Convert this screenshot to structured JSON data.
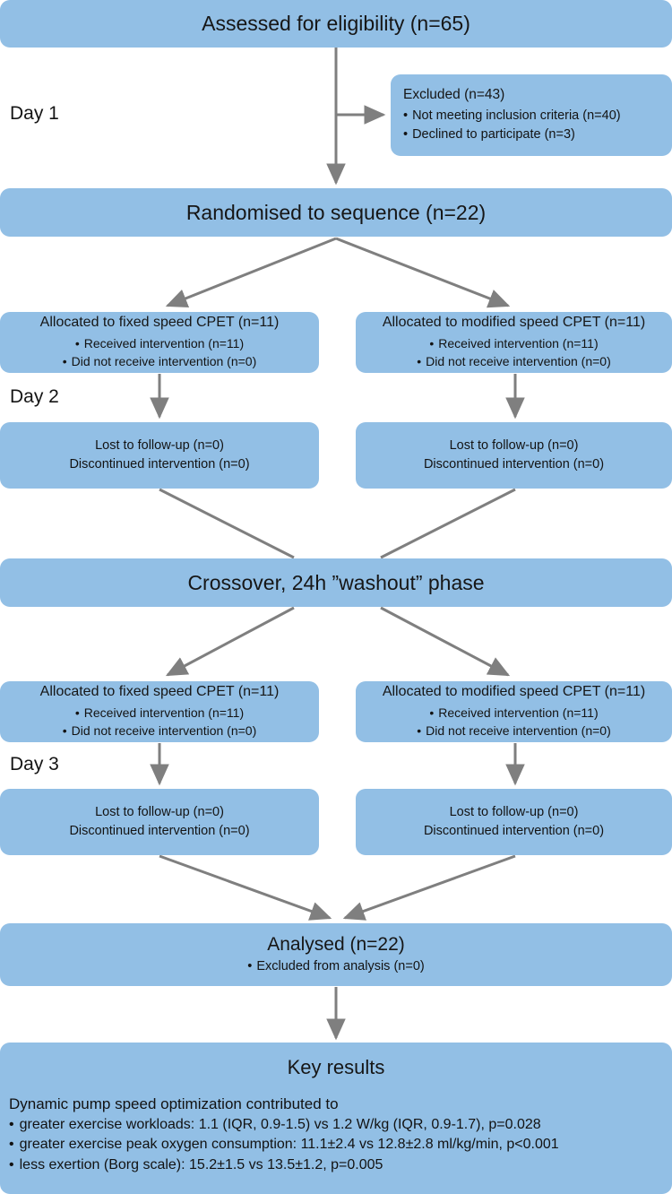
{
  "diagram": {
    "title": "CONSORT crossover trial flow diagram",
    "box_color": "#92bfe5",
    "arrow_color": "#7f7f7f",
    "text_color": "#161616"
  },
  "day_labels": {
    "day1": "Day 1",
    "day2": "Day 2",
    "day3": "Day 3"
  },
  "assessed": {
    "title": "Assessed for eligibility (n=65)"
  },
  "excluded": {
    "title": "Excluded (n=43)",
    "bullets": [
      "Not meeting inclusion criteria (n=40)",
      "Declined to participate (n=3)"
    ]
  },
  "randomised": {
    "title": "Randomised to sequence (n=22)"
  },
  "allocation_day2": {
    "left": {
      "title": "Allocated to fixed speed CPET (n=11)",
      "bullets": [
        "Received intervention (n=11)",
        "Did not receive intervention (n=0)"
      ]
    },
    "right": {
      "title": "Allocated to modified speed CPET (n=11)",
      "bullets": [
        "Received intervention (n=11)",
        "Did not receive intervention (n=0)"
      ]
    }
  },
  "followup_day2": {
    "left": {
      "lines": [
        "Lost to follow-up (n=0)",
        "Discontinued intervention (n=0)"
      ]
    },
    "right": {
      "lines": [
        "Lost to follow-up (n=0)",
        "Discontinued intervention (n=0)"
      ]
    }
  },
  "crossover": {
    "title": "Crossover, 24h ”washout” phase"
  },
  "allocation_day3": {
    "left": {
      "title": "Allocated to fixed speed CPET (n=11)",
      "bullets": [
        "Received intervention (n=11)",
        "Did not receive intervention (n=0)"
      ]
    },
    "right": {
      "title": "Allocated to modified speed CPET (n=11)",
      "bullets": [
        "Received intervention (n=11)",
        "Did not receive intervention (n=0)"
      ]
    }
  },
  "followup_day3": {
    "left": {
      "lines": [
        "Lost to follow-up (n=0)",
        "Discontinued intervention (n=0)"
      ]
    },
    "right": {
      "lines": [
        "Lost to follow-up (n=0)",
        "Discontinued intervention (n=0)"
      ]
    }
  },
  "analysed": {
    "title": "Analysed (n=22)",
    "bullets": [
      "Excluded from analysis (n=0)"
    ]
  },
  "key_results": {
    "title": "Key results",
    "intro": "Dynamic pump speed optimization contributed to",
    "bullets": [
      "greater exercise workloads: 1.1 (IQR, 0.9-1.5) vs 1.2 W/kg (IQR, 0.9-1.7), p=0.028",
      "greater exercise peak oxygen consumption: 11.1±2.4 vs 12.8±2.8 ml/kg/min, p<0.001",
      "less exertion (Borg scale): 15.2±1.5 vs 13.5±1.2, p=0.005"
    ]
  }
}
